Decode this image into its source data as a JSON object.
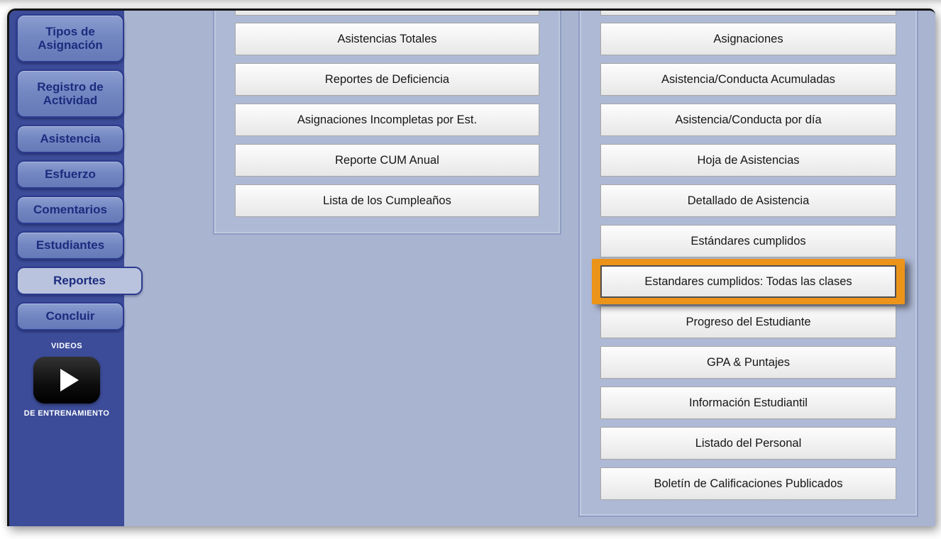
{
  "sidebar": {
    "tabs": [
      "Tipos de Asignación",
      "Registro de Actividad",
      "Asistencia",
      "Esfuerzo",
      "Comentarios",
      "Estudiantes",
      "Reportes",
      "Concluir"
    ],
    "selected_tab": "Reportes",
    "videos": {
      "top_label": "VIDEOS",
      "bottom_label": "DE ENTRENAMIENTO",
      "icon": "play-icon"
    }
  },
  "panels": {
    "left": {
      "buttons": [
        "Asistencias Totales",
        "Reportes de Deficiencia",
        "Asignaciones Incompletas por Est.",
        "Reporte CUM Anual",
        "Lista de los Cumpleaños"
      ]
    },
    "right": {
      "buttons": [
        "Asignaciones",
        "Asistencia/Conducta Acumuladas",
        "Asistencia/Conducta por día",
        "Hoja de Asistencias",
        "Detallado de Asistencia",
        "Estándares cumplidos",
        "Estandares cumplidos: Todas las clases",
        "Progreso del Estudiante",
        "GPA & Puntajes",
        "Información Estudiantil",
        "Listado del Personal",
        "Boletín de Calificaciones Publicados"
      ],
      "highlighted_button": "Estandares cumplidos: Todas las clases"
    }
  },
  "colors": {
    "highlight_orange": "#EC9419",
    "sidebar_blue": "#3C4C99",
    "tab_fill_blue": "#7387C2",
    "tab_text_navy": "#1D2B7E",
    "content_background": "#A9B4D1",
    "button_face": "#F2F2F2"
  }
}
